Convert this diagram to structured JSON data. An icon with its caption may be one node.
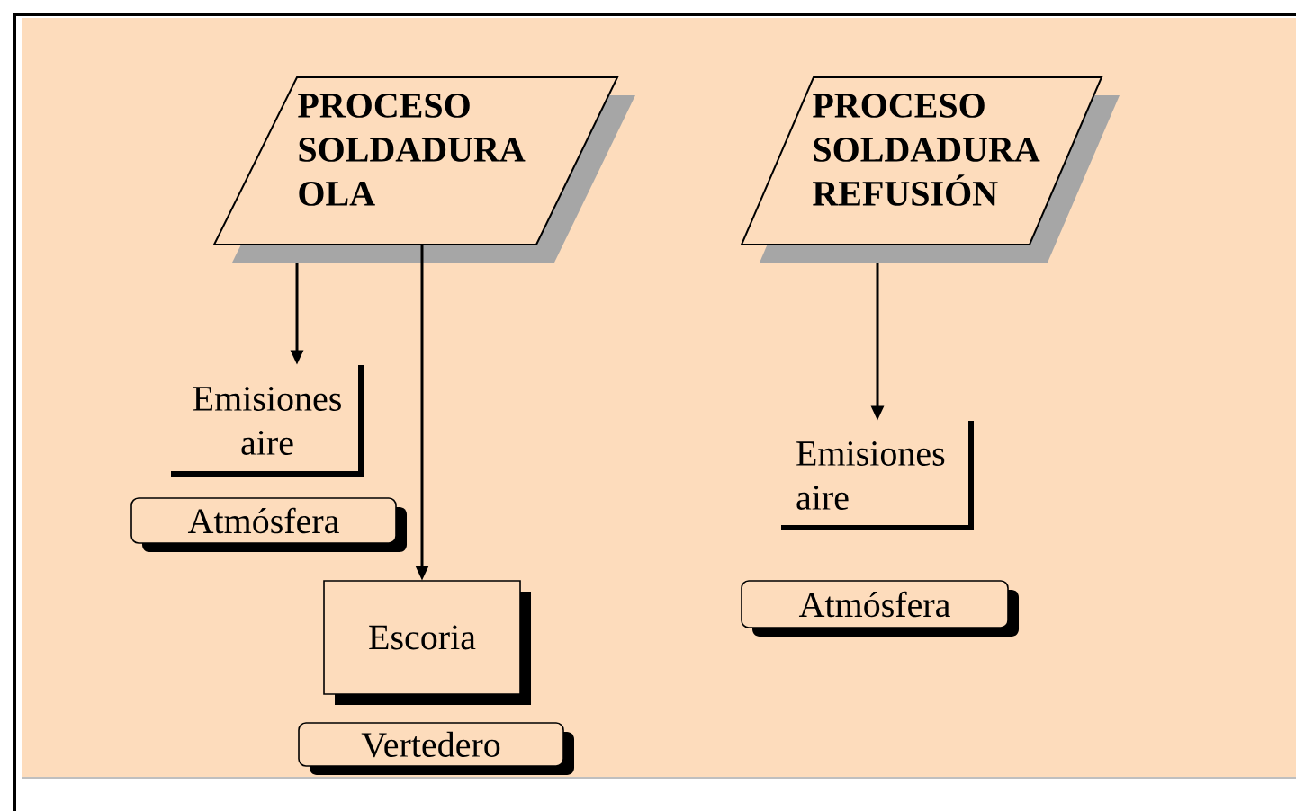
{
  "diagram": {
    "nodes": [
      {
        "text": [
          "PROCESO SOLDADURA OLA"
        ]
      },
      {
        "text": [
          "PROCESO SOLDADURA REFUSIÓN"
        ]
      },
      {
        "text": [
          "Emisiones aire"
        ]
      },
      {
        "text": [
          "Atmósfera"
        ]
      },
      {
        "text": [
          "Escoria"
        ]
      },
      {
        "text": [
          "Vertedero"
        ]
      },
      {
        "text": [
          "Emisiones aire"
        ]
      },
      {
        "text": [
          "Atmósfera"
        ]
      }
    ],
    "edges": [
      {
        "from": 0,
        "to": 2,
        "arrow": "to"
      },
      {
        "from": 0,
        "to": 4,
        "arrow": "to"
      },
      {
        "from": 1,
        "to": 6,
        "arrow": "to"
      }
    ]
  }
}
